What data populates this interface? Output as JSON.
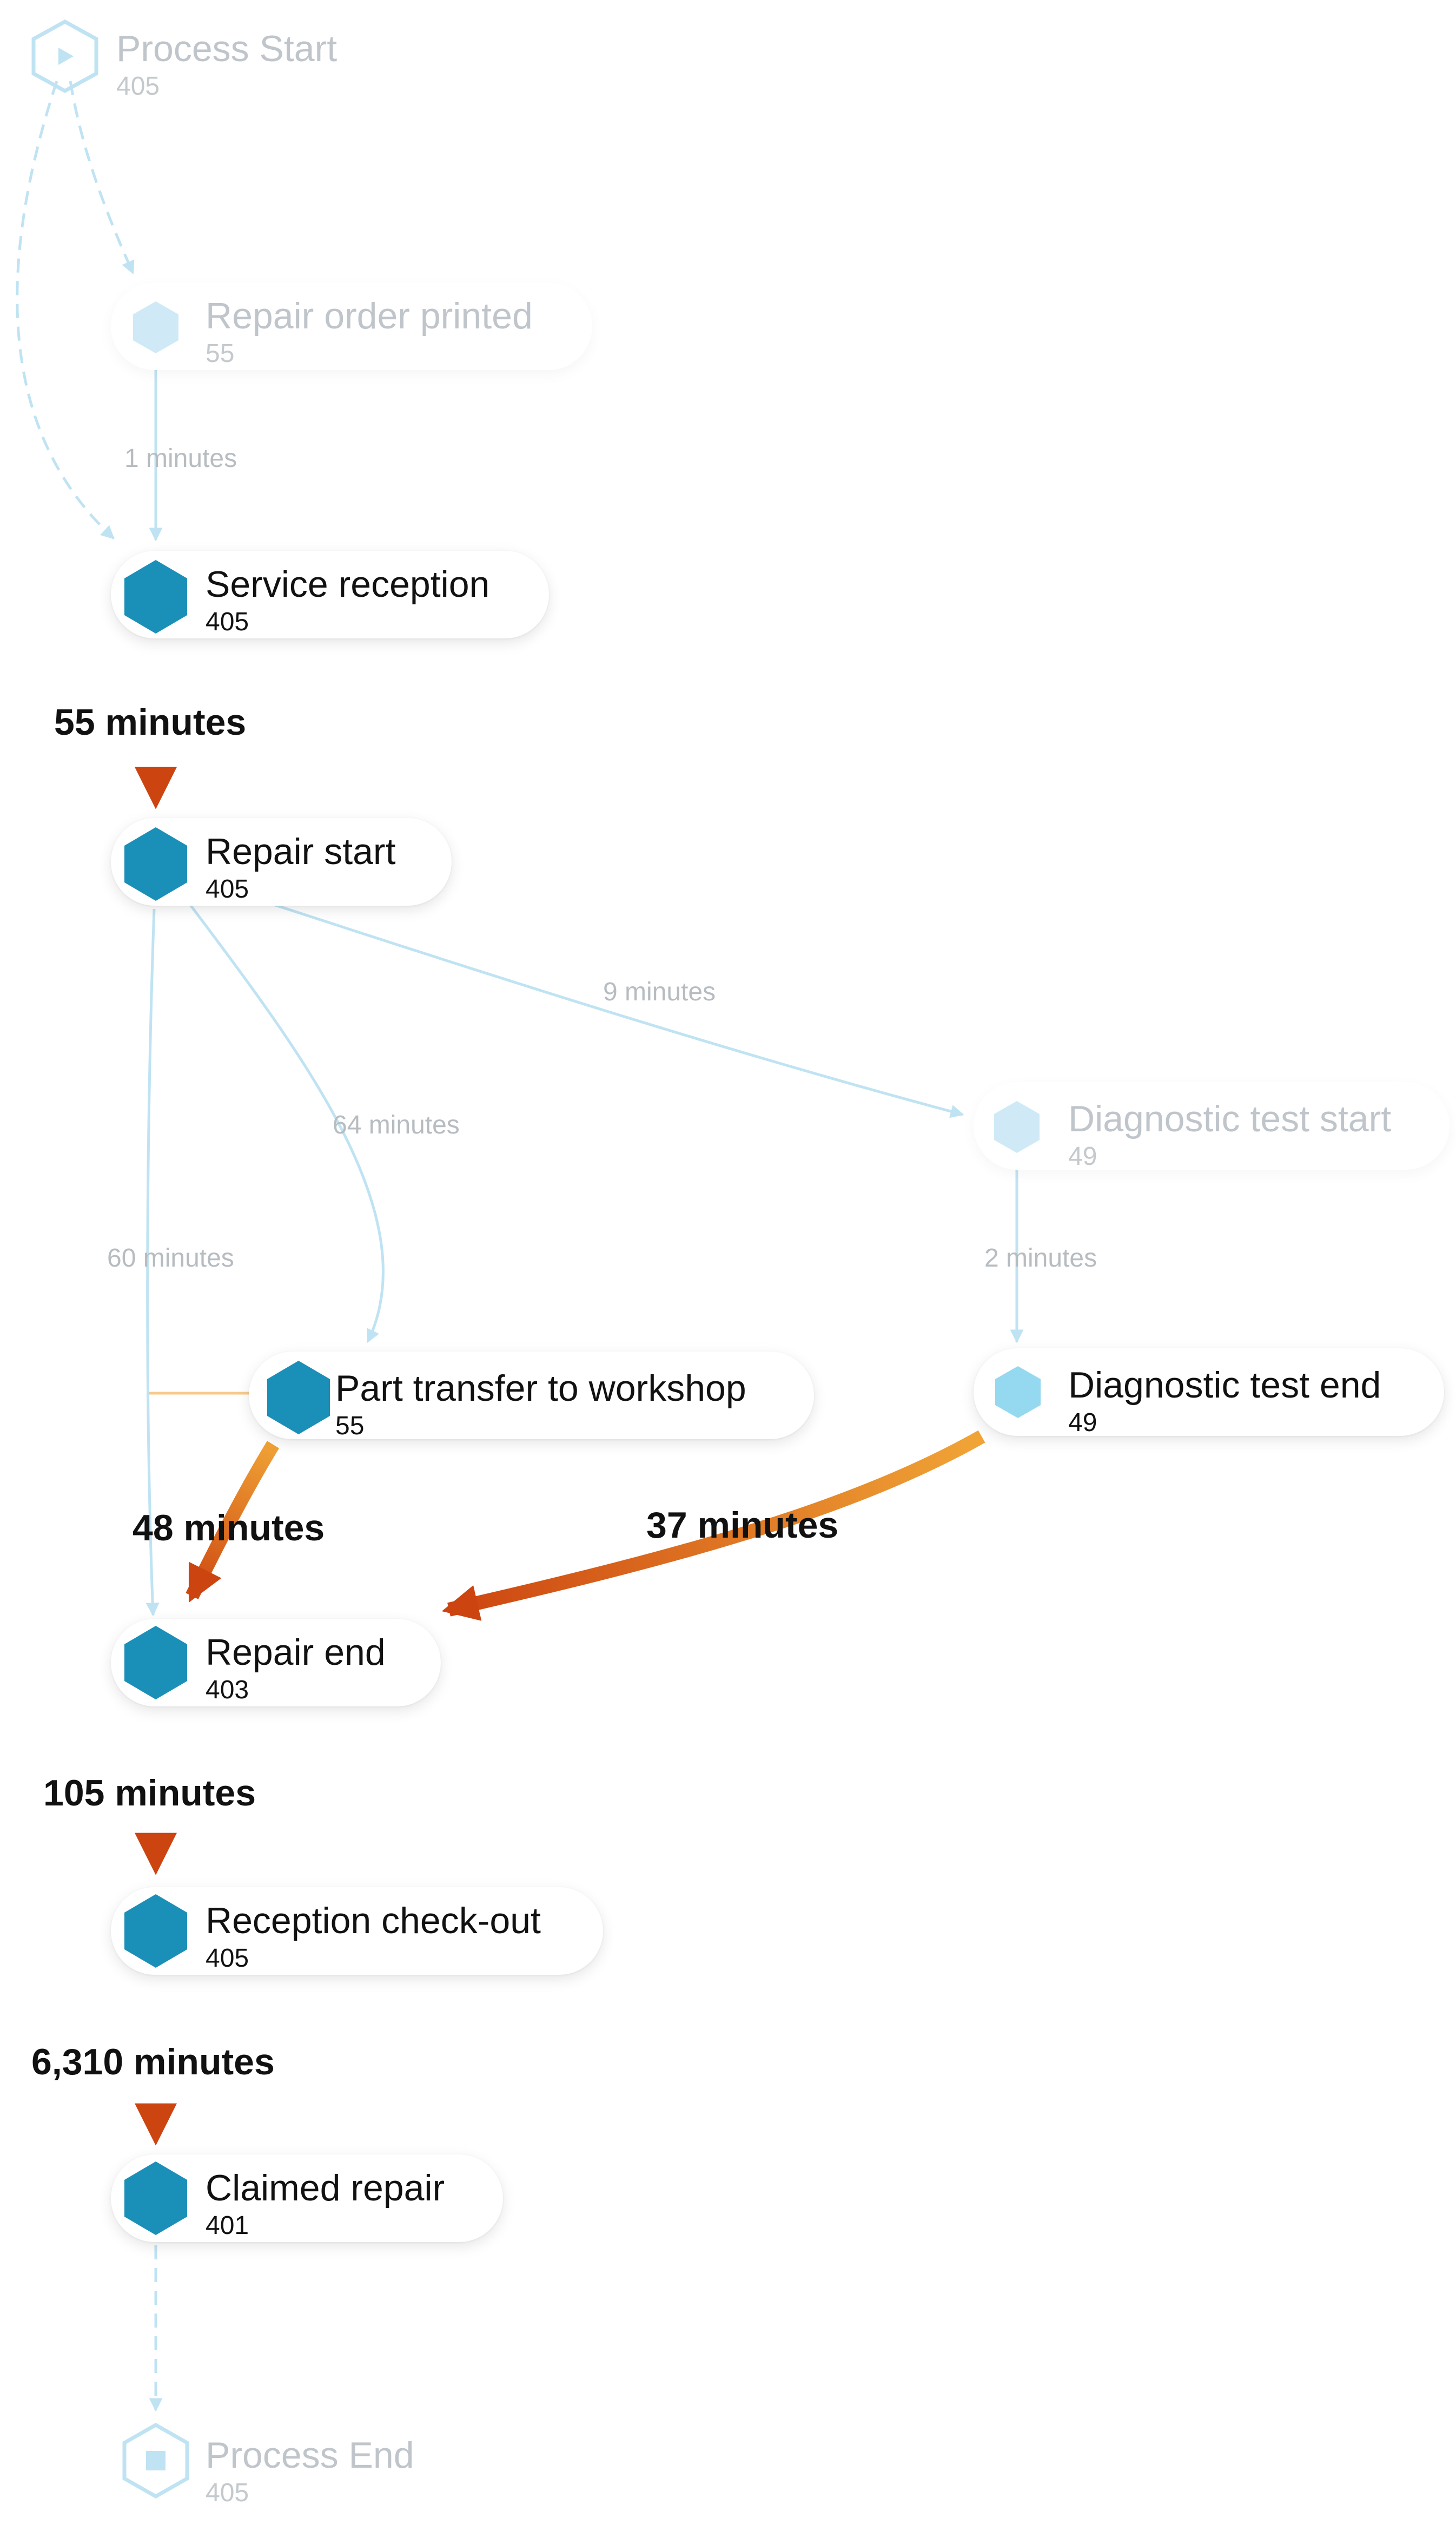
{
  "colors": {
    "node_active": "#1a8fb8",
    "node_light": "#94d9ef",
    "node_faded": "#cfeaf6",
    "edge_faint": "#bfe3f2",
    "edge_hot_start": "#f0a436",
    "edge_hot_end": "#cc4410",
    "connector_line": "#f7c98a"
  },
  "nodes": {
    "process_start": {
      "label": "Process Start",
      "count": "405",
      "icon": "play-hexagon-icon"
    },
    "repair_order_printed": {
      "label": "Repair order printed",
      "count": "55",
      "icon": "hexagon-icon"
    },
    "service_reception": {
      "label": "Service reception",
      "count": "405",
      "icon": "hexagon-icon"
    },
    "repair_start": {
      "label": "Repair start",
      "count": "405",
      "icon": "hexagon-icon"
    },
    "diagnostic_test_start": {
      "label": "Diagnostic test start",
      "count": "49",
      "icon": "hexagon-icon"
    },
    "part_transfer": {
      "label": "Part transfer to workshop",
      "count": "55",
      "icon": "hexagon-icon"
    },
    "diagnostic_test_end": {
      "label": "Diagnostic test end",
      "count": "49",
      "icon": "hexagon-icon"
    },
    "repair_end": {
      "label": "Repair end",
      "count": "403",
      "icon": "hexagon-icon"
    },
    "reception_checkout": {
      "label": "Reception check-out",
      "count": "405",
      "icon": "hexagon-icon"
    },
    "claimed_repair": {
      "label": "Claimed repair",
      "count": "401",
      "icon": "hexagon-icon"
    },
    "process_end": {
      "label": "Process End",
      "count": "405",
      "icon": "stop-hexagon-icon"
    }
  },
  "edges": {
    "order_to_reception": "1 minutes",
    "reception_to_repair_start": "55 minutes",
    "repair_start_to_diag_start": "9 minutes",
    "repair_start_to_part_transfer": "64 minutes",
    "repair_start_to_repair_end": "60 minutes",
    "diag_start_to_diag_end": "2 minutes",
    "part_transfer_to_repair_end": "48 minutes",
    "diag_end_to_repair_end": "37 minutes",
    "repair_end_to_checkout": "105 minutes",
    "checkout_to_claimed": "6,310 minutes"
  }
}
